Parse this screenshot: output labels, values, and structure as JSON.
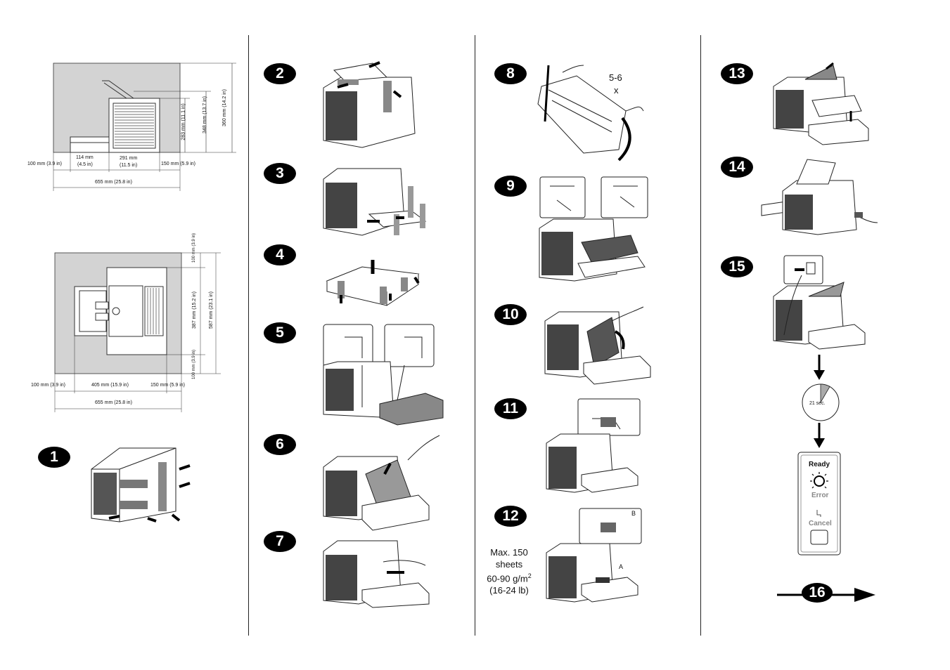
{
  "steps": {
    "s1": "1",
    "s2": "2",
    "s3": "3",
    "s4": "4",
    "s5": "5",
    "s6": "6",
    "s7": "7",
    "s8": "8",
    "s9": "9",
    "s10": "10",
    "s11": "11",
    "s12": "12",
    "s13": "13",
    "s14": "14",
    "s15": "15",
    "s16": "16"
  },
  "side_view": {
    "left_clearance": "100 mm (3.9 in)",
    "tray_depth_1": "114 mm",
    "tray_depth_2": "(4.5 in)",
    "body_depth_1": "291 mm",
    "body_depth_2": "(11.5 in)",
    "right_clearance": "150 mm (5.9 in)",
    "total_depth": "655 mm (25.8 in)",
    "height_body": "283 mm (11.1 in)",
    "height_open": "348 mm (13.7 in)",
    "height_total": "360 mm (14.2 in)"
  },
  "top_view": {
    "left_clearance": "100 mm (3.9 in)",
    "body_depth": "405 mm (15.9 in)",
    "right_clearance": "150 mm (5.9 in)",
    "total_depth": "655 mm (25.8 in)",
    "top_clearance": "100 mm (3.9 in)",
    "body_width": "387 mm (15.2 in)",
    "total_width": "587 mm (23.1 in)",
    "bottom_clearance": "100 mm (3.9 in)"
  },
  "step8": {
    "count": "5-6",
    "times": "x"
  },
  "step12": {
    "line1": "Max. 150",
    "line2": "sheets",
    "line3": "60-90 g/m",
    "sup": "2",
    "line4": "(16-24 lb)",
    "callout_a": "A",
    "callout_b": "B"
  },
  "step15": {
    "timer": "21 sec.",
    "ready": "Ready",
    "error": "Error",
    "cancel": "Cancel"
  }
}
